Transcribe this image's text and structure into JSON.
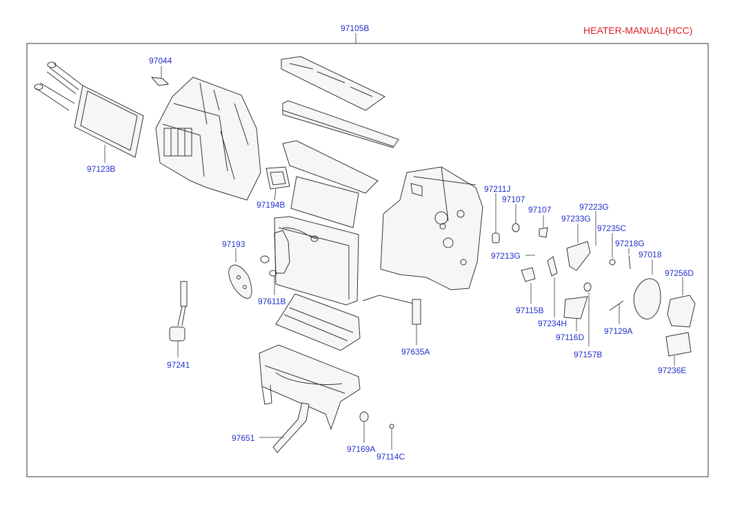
{
  "title": "HEATER-MANUAL(HCC)",
  "parts": {
    "p97105B": "97105B",
    "p97044": "97044",
    "p97123B": "97123B",
    "p97194B": "97194B",
    "p97193": "97193",
    "p97611B": "97611B",
    "p97241": "97241",
    "p97635A": "97635A",
    "p97651": "97651",
    "p97169A": "97169A",
    "p97114C": "97114C",
    "p97211J": "97211J",
    "p97107a": "97107",
    "p97107b": "97107",
    "p97213G": "97213G",
    "p97115B": "97115B",
    "p97234H": "97234H",
    "p97233G": "97233G",
    "p97223G": "97223G",
    "p97116D": "97116D",
    "p97157B": "97157B",
    "p97235C": "97235C",
    "p97218G": "97218G",
    "p97129A": "97129A",
    "p97018": "97018",
    "p97256D": "97256D",
    "p97236E": "97236E"
  }
}
